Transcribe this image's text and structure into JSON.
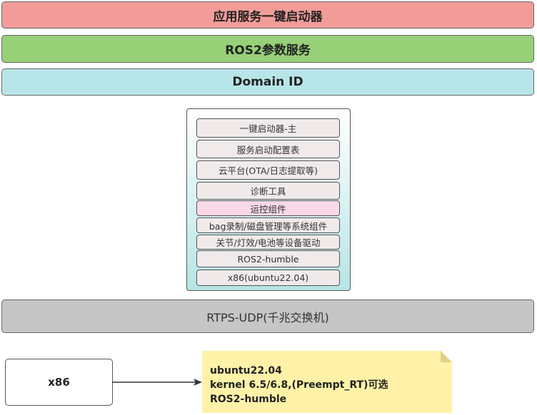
{
  "layers": {
    "app_launcher": "应用服务一键启动器",
    "ros2_params": "ROS2参数服务",
    "domain_id": "Domain ID",
    "network": "RTPS-UDP(千兆交换机)"
  },
  "stack_items": [
    "一键启动器-主",
    "服务启动配置表",
    "云平台(OTA/日志提取等)",
    "诊断工具",
    "运控组件",
    "bag录制/磁盘管理等系统组件",
    "关节/灯效/电池等设备驱动",
    "ROS2-humble",
    "x86(ubuntu22.04)"
  ],
  "platform": {
    "label": "x86",
    "note_lines": [
      "ubuntu22.04",
      "kernel 6.5/6.8,(Preempt_RT)可选",
      "ROS2-humble"
    ]
  },
  "colors": {
    "app_launcher": "#f19c99",
    "ros2_params": "#97d077",
    "domain_id": "#b8e6e8",
    "network": "#c6c6c6",
    "highlight": "#f9d9e6",
    "note": "#fff2a8"
  }
}
